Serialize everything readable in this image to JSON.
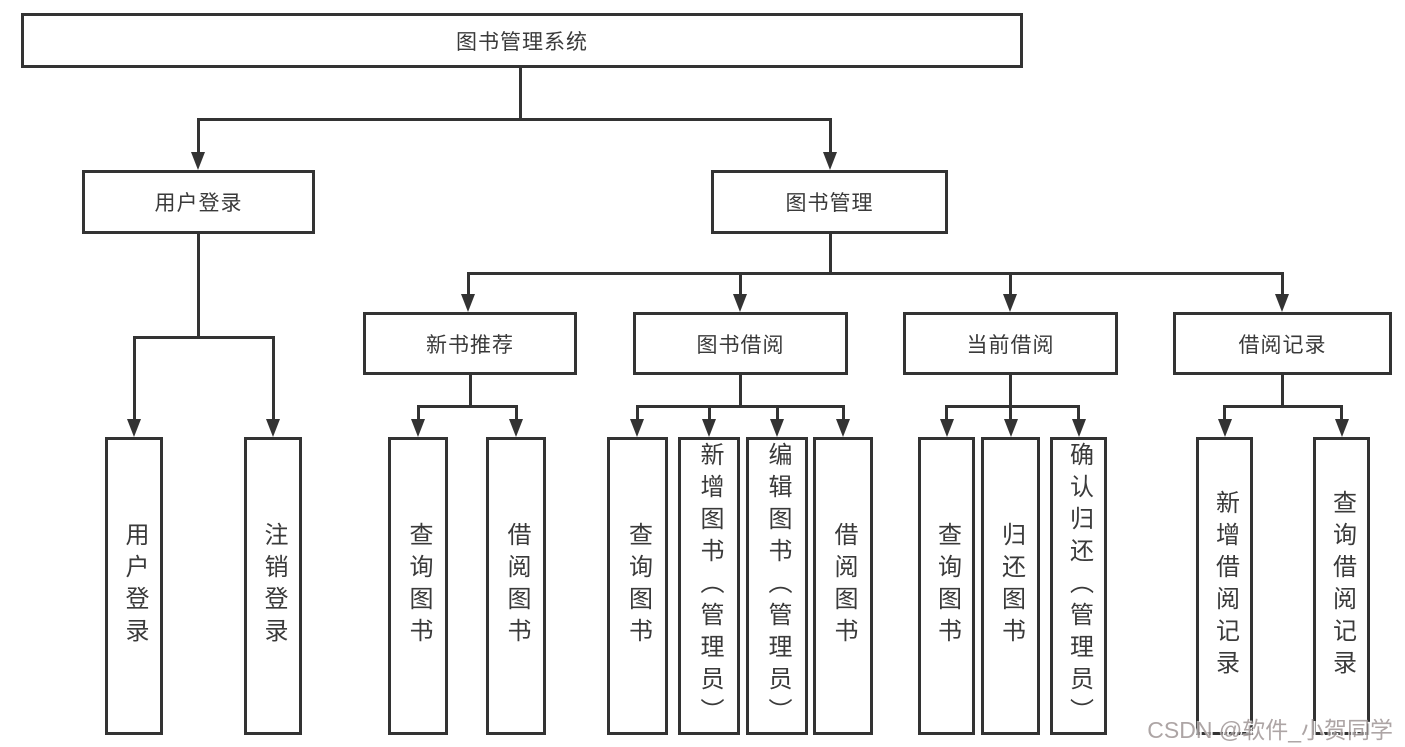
{
  "diagram": {
    "title": "图书管理系统",
    "branches": [
      {
        "label": "用户登录",
        "children": [
          "用户登录",
          "注销登录"
        ]
      },
      {
        "label": "图书管理",
        "children": [
          {
            "label": "新书推荐",
            "children": [
              "查询图书",
              "借阅图书"
            ]
          },
          {
            "label": "图书借阅",
            "children": [
              "查询图书",
              "新增图书（管理员）",
              "编辑图书（管理员）",
              "借阅图书"
            ]
          },
          {
            "label": "当前借阅",
            "children": [
              "查询图书",
              "归还图书",
              "确认归还（管理员）"
            ]
          },
          {
            "label": "借阅记录",
            "children": [
              "新增借阅记录",
              "查询借阅记录"
            ]
          }
        ]
      }
    ]
  },
  "watermark": "CSDN @软件_小贺同学",
  "colors": {
    "line": "#333333",
    "background": "#ffffff",
    "watermark_text": "#988e8e"
  }
}
